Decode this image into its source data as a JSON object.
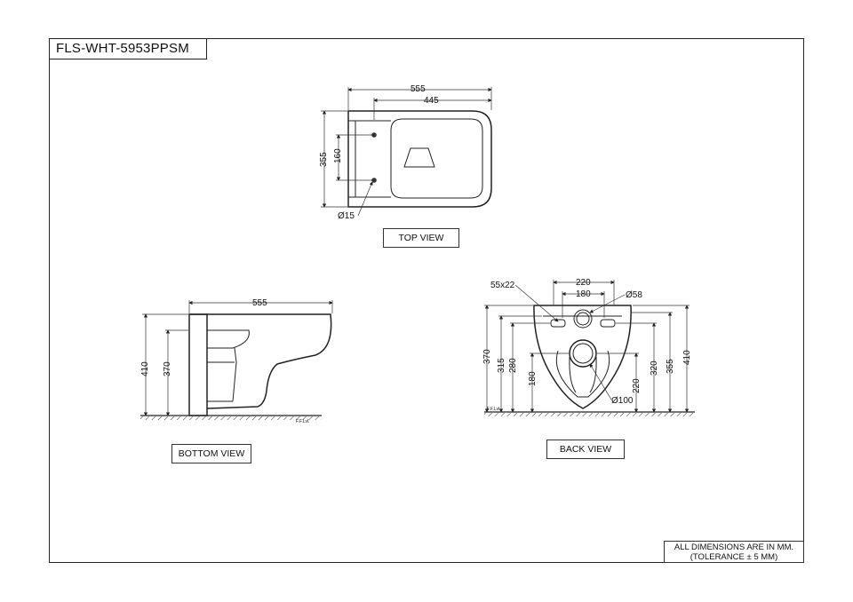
{
  "drawing": {
    "model_code": "FLS-WHT-5953PPSM",
    "views": {
      "top": {
        "label": "TOP VIEW",
        "dims": {
          "overall_length": "555",
          "bowl_length": "445",
          "width": "355",
          "fixing_spacing": "160",
          "fixing_hole": "Ø15"
        }
      },
      "bottom": {
        "label": "BOTTOM VIEW",
        "dims": {
          "length": "555",
          "height_top": "410",
          "height_rim": "370"
        },
        "floor_mark": "F.F.Lvl."
      },
      "back": {
        "label": "BACK VIEW",
        "dims": {
          "outer_width": "220",
          "inner_width": "180",
          "inlet_dia": "Ø58",
          "slot": "55x22",
          "left_370": "370",
          "left_315": "315",
          "left_280": "280",
          "left_180": "180",
          "right_220": "220",
          "right_320": "320",
          "right_355": "355",
          "right_410": "410",
          "outlet_dia": "Ø100"
        },
        "floor_mark": "F.F.Lvl."
      }
    },
    "note": {
      "line1": "ALL DIMENSIONS ARE IN MM.",
      "line2": "(TOLERANCE ± 5 MM)"
    }
  }
}
